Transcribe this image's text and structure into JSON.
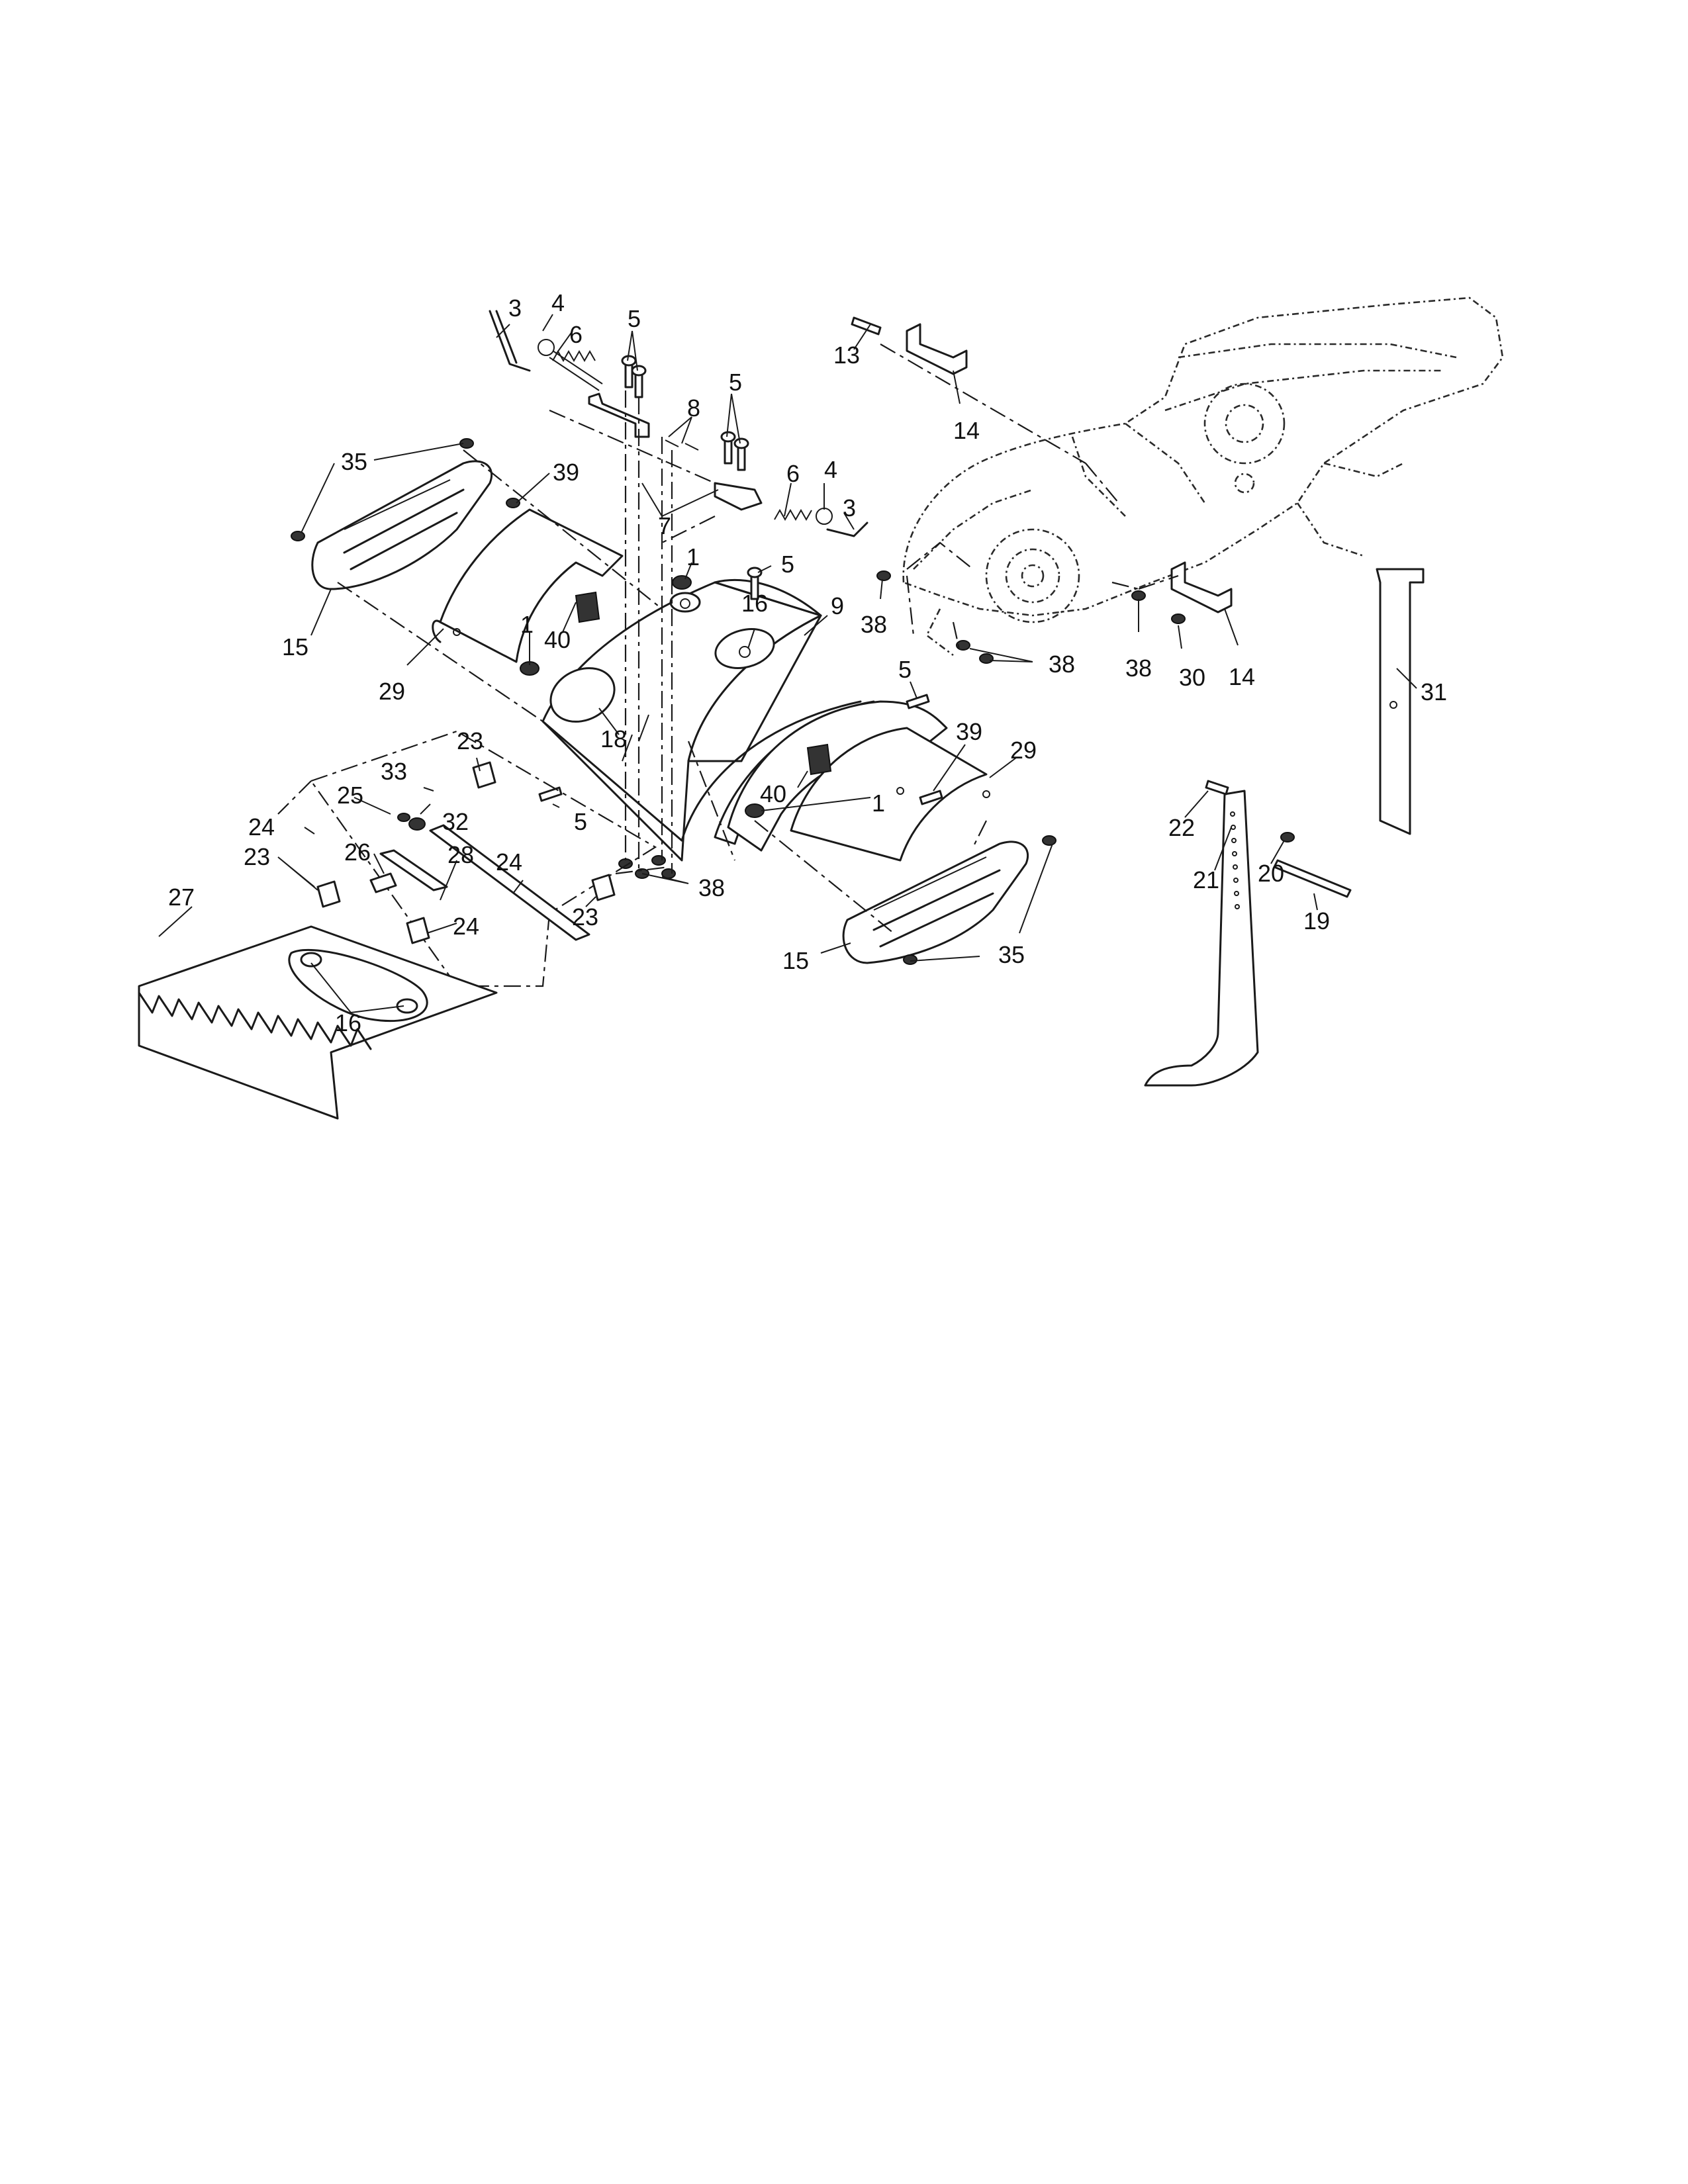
{
  "labels": [
    {
      "id": "p3a",
      "text": "3"
    },
    {
      "id": "p4a",
      "text": "4"
    },
    {
      "id": "p6a",
      "text": "6"
    },
    {
      "id": "p5a",
      "text": "5"
    },
    {
      "id": "p8",
      "text": "8"
    },
    {
      "id": "p5b",
      "text": "5"
    },
    {
      "id": "p7",
      "text": "7"
    },
    {
      "id": "p6b",
      "text": "6"
    },
    {
      "id": "p4b",
      "text": "4"
    },
    {
      "id": "p3b",
      "text": "3"
    },
    {
      "id": "p35a",
      "text": "35"
    },
    {
      "id": "p39a",
      "text": "39"
    },
    {
      "id": "p15a",
      "text": "15"
    },
    {
      "id": "p29a",
      "text": "29"
    },
    {
      "id": "p40a",
      "text": "40"
    },
    {
      "id": "p1a",
      "text": "1"
    },
    {
      "id": "p1b",
      "text": "1"
    },
    {
      "id": "p5c",
      "text": "5"
    },
    {
      "id": "p16a",
      "text": "16"
    },
    {
      "id": "p9",
      "text": "9"
    },
    {
      "id": "p18",
      "text": "18"
    },
    {
      "id": "p5d",
      "text": "5"
    },
    {
      "id": "p39b",
      "text": "39"
    },
    {
      "id": "p29b",
      "text": "29"
    },
    {
      "id": "p40b",
      "text": "40"
    },
    {
      "id": "p1c",
      "text": "1"
    },
    {
      "id": "p13",
      "text": "13"
    },
    {
      "id": "p14a",
      "text": "14"
    },
    {
      "id": "p38a",
      "text": "38"
    },
    {
      "id": "p38b",
      "text": "38"
    },
    {
      "id": "p38c",
      "text": "38"
    },
    {
      "id": "p30",
      "text": "30"
    },
    {
      "id": "p14b",
      "text": "14"
    },
    {
      "id": "p31",
      "text": "31"
    },
    {
      "id": "p23a",
      "text": "23"
    },
    {
      "id": "p33",
      "text": "33"
    },
    {
      "id": "p32",
      "text": "32"
    },
    {
      "id": "p25",
      "text": "25"
    },
    {
      "id": "p5e",
      "text": "5"
    },
    {
      "id": "p24a",
      "text": "24"
    },
    {
      "id": "p23b",
      "text": "23"
    },
    {
      "id": "p26",
      "text": "26"
    },
    {
      "id": "p28",
      "text": "28"
    },
    {
      "id": "p24b",
      "text": "24"
    },
    {
      "id": "p27",
      "text": "27"
    },
    {
      "id": "p24c",
      "text": "24"
    },
    {
      "id": "p23c",
      "text": "23"
    },
    {
      "id": "p38d",
      "text": "38"
    },
    {
      "id": "p16b",
      "text": "16"
    },
    {
      "id": "p15b",
      "text": "15"
    },
    {
      "id": "p35b",
      "text": "35"
    },
    {
      "id": "p22",
      "text": "22"
    },
    {
      "id": "p21",
      "text": "21"
    },
    {
      "id": "p20",
      "text": "20"
    },
    {
      "id": "p19",
      "text": "19"
    }
  ]
}
